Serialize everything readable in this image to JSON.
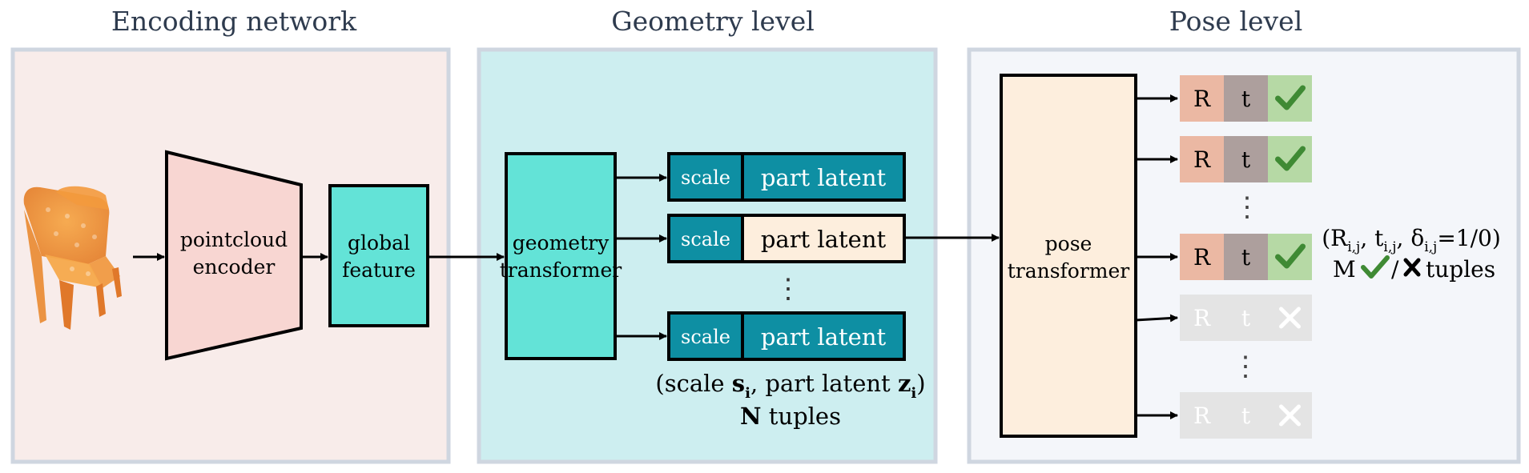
{
  "panels": {
    "encoding": {
      "title": "Encoding network"
    },
    "geometry": {
      "title": "Geometry level"
    },
    "pose": {
      "title": "Pose level"
    }
  },
  "encoding": {
    "encoder_line1": "pointcloud",
    "encoder_line2": "encoder",
    "feature_line1": "global",
    "feature_line2": "feature"
  },
  "geometry": {
    "transformer_line1": "geometry",
    "transformer_line2": "transformer",
    "rows": [
      {
        "scale": "scale",
        "latent": "part latent",
        "highlighted": false
      },
      {
        "scale": "scale",
        "latent": "part latent",
        "highlighted": true
      },
      {
        "scale": "scale",
        "latent": "part latent",
        "highlighted": false
      }
    ],
    "ellipsis": "⋮",
    "caption": {
      "open": "(scale ",
      "s": "s",
      "s_sub": "i",
      "mid": ", part latent ",
      "z": "z",
      "z_sub": "i",
      "close": ")",
      "count_bold": "N",
      "count_rest": " tuples"
    }
  },
  "pose": {
    "transformer_line1": "pose",
    "transformer_line2": "transformer",
    "ellipsis": "⋮",
    "rows": [
      {
        "r": "R",
        "t": "t",
        "status": "valid"
      },
      {
        "r": "R",
        "t": "t",
        "status": "valid"
      },
      {
        "r": "R",
        "t": "t",
        "status": "valid"
      },
      {
        "r": "R",
        "t": "t",
        "status": "invalid"
      },
      {
        "r": "R",
        "t": "t",
        "status": "invalid"
      }
    ],
    "caption": {
      "line1_open": "(R",
      "r_sub": "i,j",
      "comma1": ", t",
      "t_sub": "i,j",
      "comma2": ", δ",
      "d_sub": "i,j",
      "line1_close": "=1/0)",
      "line2_m": "M",
      "line2_slash": "/",
      "line2_rest": "tuples"
    }
  },
  "colors": {
    "panel_border": "#cfd6e0",
    "encoding_bg": "#f8ecea",
    "geometry_bg": "#cdeef0",
    "pose_bg": "#f4f6fa",
    "encoder_fill": "#f8d6d2",
    "feature_fill": "#63e3d7",
    "scale_fill": "#0e8fa3",
    "latent_fill": "#0e8fa3",
    "latent_highlight": "#fdeedd",
    "pose_transformer_fill": "#fdeedd",
    "r_fill": "#ebb8a3",
    "t_fill": "#ad9f9d",
    "check_fill": "#b6d9a5",
    "check_color": "#3f8a34",
    "inactive_fill": "#e4e4e4",
    "title_color": "#2e3b4e"
  }
}
